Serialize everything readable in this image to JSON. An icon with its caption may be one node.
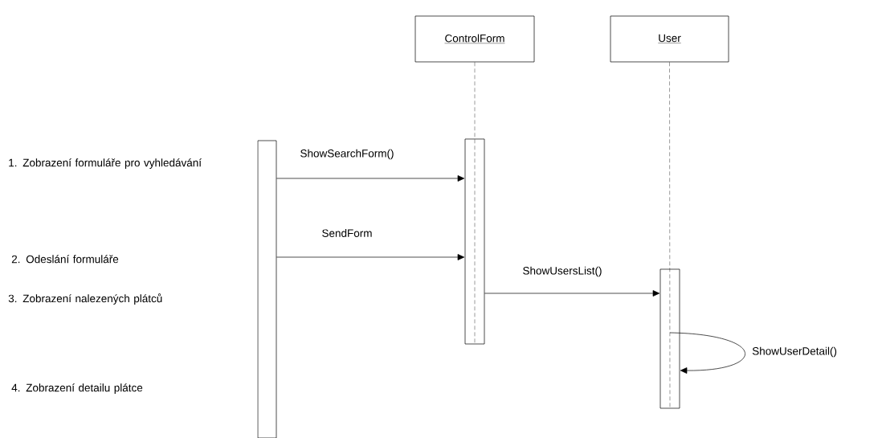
{
  "diagram": {
    "nodes": [
      {
        "text": [
          "ControlForm"
        ]
      },
      {
        "text": [
          "User"
        ]
      },
      {
        "text": [],
        "shape": "bar"
      },
      {
        "text": [],
        "shape": "bar"
      },
      {
        "text": [],
        "shape": "bar"
      }
    ],
    "edges": [
      {
        "from": 0,
        "to": 3,
        "arrow": "none",
        "style": "dashed"
      },
      {
        "from": 1,
        "to": 4,
        "arrow": "none",
        "style": "dashed"
      },
      {
        "from": 2,
        "to": 3,
        "arrow": "to",
        "label": "ShowSearchForm()"
      },
      {
        "from": 2,
        "to": 3,
        "arrow": "to",
        "label": "SendForm"
      },
      {
        "from": 3,
        "to": 4,
        "arrow": "to",
        "label": "ShowUsersList()"
      },
      {
        "from": 4,
        "to": 4,
        "arrow": "to",
        "label": "ShowUserDetail()"
      }
    ],
    "labels": [
      "1. Zobrazení formuláře pro vyhledávání",
      "2. Odeslání formuláře",
      "3. Zobrazení nalezených plátců",
      "4. Zobrazení detailu plátce"
    ]
  }
}
